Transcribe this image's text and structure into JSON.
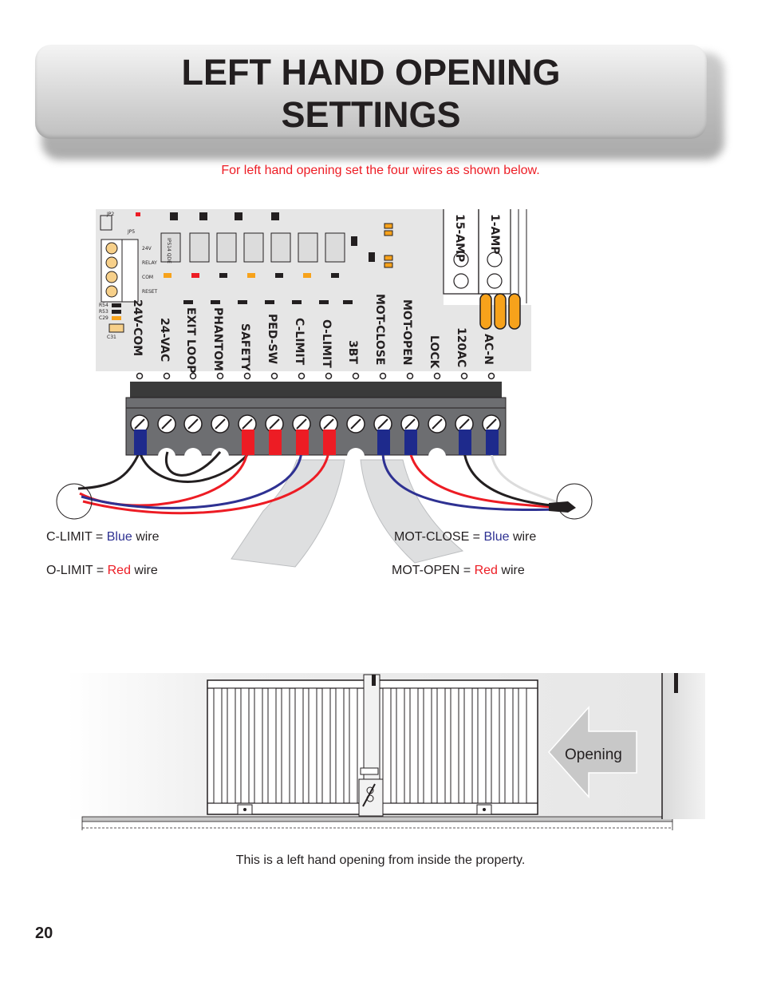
{
  "header": {
    "title_line1": "LEFT HAND OPENING",
    "title_line2": "SETTINGS"
  },
  "intro": "For left hand opening set the four wires as shown below.",
  "board": {
    "terminals": [
      "24V-COM",
      "24-VAC",
      "EXIT LOOP",
      "PHANTOM",
      "SAFETY",
      "PED-SW",
      "C-LIMIT",
      "O-LIMIT",
      "3BT",
      "MOT-CLOSE",
      "MOT-OPEN",
      "LOCK",
      "120AC",
      "AC-N"
    ],
    "fuses": [
      "15-AMP",
      "1-AMP"
    ],
    "side_labels": [
      "24V",
      "RELAY",
      "COM",
      "RESET"
    ],
    "chip_label": "IPS14 QDE",
    "small_labels": [
      "R54",
      "R53",
      "C29",
      "C31",
      "JP5",
      "JP2"
    ]
  },
  "legend": {
    "c_limit": {
      "prefix": "C-LIMIT = ",
      "color_word": "Blue",
      "suffix": " wire"
    },
    "o_limit": {
      "prefix": "O-LIMIT = ",
      "color_word": "Red",
      "suffix": " wire"
    },
    "mot_close": {
      "prefix": "MOT-CLOSE = ",
      "color_word": "Blue",
      "suffix": " wire"
    },
    "mot_open": {
      "prefix": "MOT-OPEN = ",
      "color_word": "Red",
      "suffix": " wire"
    }
  },
  "gate": {
    "arrow_label": "Opening"
  },
  "caption": "This is a left hand opening from inside the property.",
  "page_number": "20",
  "colors": {
    "red": "#ed1c24",
    "blue": "#2e3192",
    "connector_blue": "#1e2a8c",
    "text": "#231f20"
  }
}
